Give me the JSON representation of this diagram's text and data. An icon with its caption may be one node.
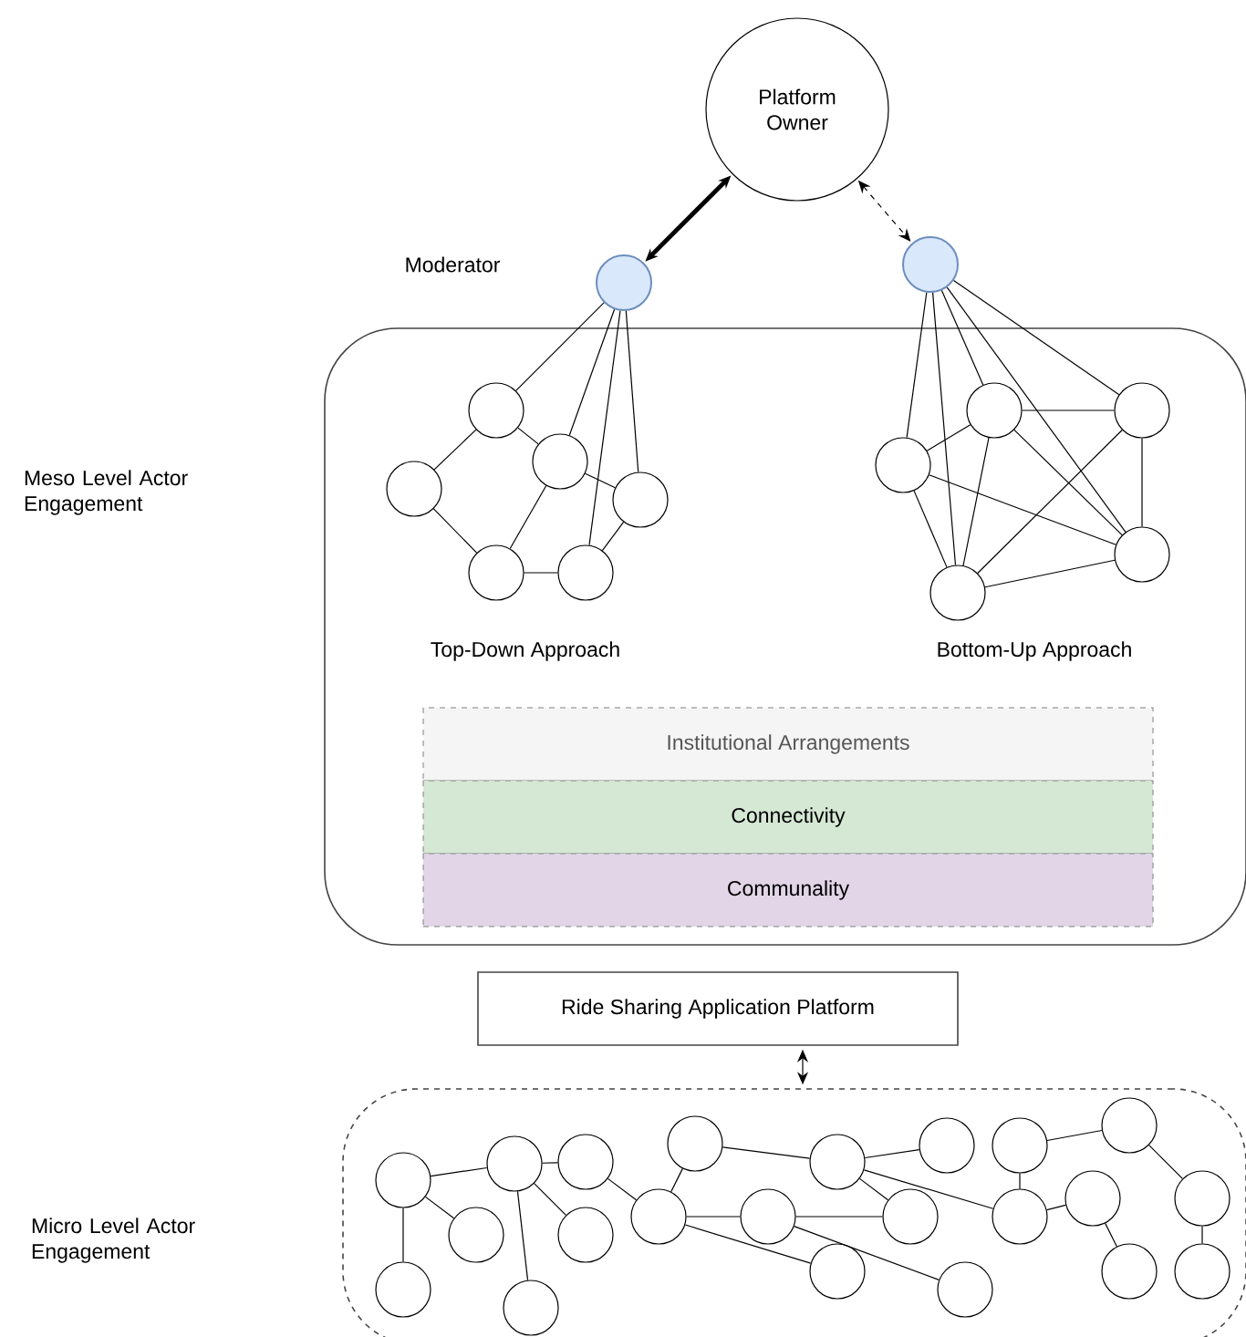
{
  "diagram": {
    "nodes": [
      {
        "text": [
          "Platform Owner"
        ]
      },
      {
        "text": [],
        "shape": "circle"
      },
      {
        "text": [],
        "shape": "circle"
      },
      {
        "text": [],
        "shape": "box"
      },
      {
        "text": [],
        "shape": "circle",
        "in": 3
      },
      {
        "text": [],
        "shape": "circle",
        "in": 3
      },
      {
        "text": [],
        "shape": "circle",
        "in": 3
      },
      {
        "text": [],
        "shape": "circle",
        "in": 3
      },
      {
        "text": [],
        "shape": "circle",
        "in": 3
      },
      {
        "text": [],
        "shape": "circle",
        "in": 3
      },
      {
        "text": [],
        "shape": "circle",
        "in": 3
      },
      {
        "text": [],
        "shape": "circle",
        "in": 3
      },
      {
        "text": [],
        "shape": "circle",
        "in": 3
      },
      {
        "text": [],
        "shape": "circle",
        "in": 3
      },
      {
        "text": [],
        "shape": "circle",
        "in": 3
      },
      {
        "text": [
          "Institutional Arrangements"
        ],
        "in": 3
      },
      {
        "text": [
          "Connectivity"
        ],
        "in": 3
      },
      {
        "text": [
          "Communality"
        ],
        "in": 3
      },
      {
        "text": [
          "Ride Sharing Application Platform"
        ]
      },
      {
        "text": [],
        "shape": "box"
      },
      {
        "text": [],
        "shape": "circle",
        "in": 19
      },
      {
        "text": [],
        "shape": "circle",
        "in": 19
      },
      {
        "text": [],
        "shape": "circle",
        "in": 19
      },
      {
        "text": [],
        "shape": "circle",
        "in": 19
      },
      {
        "text": [],
        "shape": "circle",
        "in": 19
      },
      {
        "text": [],
        "shape": "circle",
        "in": 19
      },
      {
        "text": [],
        "shape": "circle",
        "in": 19
      },
      {
        "text": [],
        "shape": "circle",
        "in": 19
      },
      {
        "text": [],
        "shape": "circle",
        "in": 19
      },
      {
        "text": [],
        "shape": "circle",
        "in": 19
      },
      {
        "text": [],
        "shape": "circle",
        "in": 19
      },
      {
        "text": [],
        "shape": "circle",
        "in": 19
      },
      {
        "text": [],
        "shape": "circle",
        "in": 19
      },
      {
        "text": [],
        "shape": "circle",
        "in": 19
      },
      {
        "text": [],
        "shape": "circle",
        "in": 19
      },
      {
        "text": [],
        "shape": "circle",
        "in": 19
      },
      {
        "text": [],
        "shape": "circle",
        "in": 19
      },
      {
        "text": [],
        "shape": "circle",
        "in": 19
      },
      {
        "text": [],
        "shape": "circle",
        "in": 19
      },
      {
        "text": [],
        "shape": "circle",
        "in": 19
      },
      {
        "text": [],
        "shape": "circle",
        "in": 19
      },
      {
        "text": [],
        "shape": "circle",
        "in": 19
      }
    ],
    "edges": [
      {
        "from": 0,
        "to": 1,
        "arrow": "both",
        "style": "thick"
      },
      {
        "from": 0,
        "to": 2,
        "arrow": "both",
        "style": "dashed"
      },
      {
        "from": 1,
        "to": 4,
        "arrow": "none"
      },
      {
        "from": 1,
        "to": 6,
        "arrow": "none"
      },
      {
        "from": 1,
        "to": 9,
        "arrow": "none"
      },
      {
        "from": 1,
        "to": 7,
        "arrow": "none"
      },
      {
        "from": 4,
        "to": 5,
        "arrow": "none"
      },
      {
        "from": 4,
        "to": 6,
        "arrow": "none"
      },
      {
        "from": 5,
        "to": 8,
        "arrow": "none"
      },
      {
        "from": 6,
        "to": 7,
        "arrow": "none"
      },
      {
        "from": 6,
        "to": 8,
        "arrow": "none"
      },
      {
        "from": 8,
        "to": 9,
        "arrow": "none"
      },
      {
        "from": 9,
        "to": 7,
        "arrow": "none"
      },
      {
        "from": 2,
        "to": 10,
        "arrow": "none"
      },
      {
        "from": 2,
        "to": 14,
        "arrow": "none"
      },
      {
        "from": 2,
        "to": 11,
        "arrow": "none"
      },
      {
        "from": 2,
        "to": 13,
        "arrow": "none"
      },
      {
        "from": 2,
        "to": 12,
        "arrow": "none"
      },
      {
        "from": 10,
        "to": 11,
        "arrow": "none"
      },
      {
        "from": 10,
        "to": 14,
        "arrow": "none"
      },
      {
        "from": 10,
        "to": 13,
        "arrow": "none"
      },
      {
        "from": 11,
        "to": 12,
        "arrow": "none"
      },
      {
        "from": 11,
        "to": 14,
        "arrow": "none"
      },
      {
        "from": 11,
        "to": 13,
        "arrow": "none"
      },
      {
        "from": 12,
        "to": 14,
        "arrow": "none"
      },
      {
        "from": 12,
        "to": 13,
        "arrow": "none"
      },
      {
        "from": 14,
        "to": 13,
        "arrow": "none"
      },
      {
        "from": 18,
        "to": 19,
        "arrow": "both"
      },
      {
        "from": 20,
        "to": 23,
        "arrow": "none"
      },
      {
        "from": 20,
        "to": 21,
        "arrow": "none"
      },
      {
        "from": 20,
        "to": 22,
        "arrow": "none"
      },
      {
        "from": 23,
        "to": 25,
        "arrow": "none"
      },
      {
        "from": 23,
        "to": 26,
        "arrow": "none"
      },
      {
        "from": 23,
        "to": 24,
        "arrow": "none"
      },
      {
        "from": 25,
        "to": 28,
        "arrow": "none"
      },
      {
        "from": 28,
        "to": 27,
        "arrow": "none"
      },
      {
        "from": 28,
        "to": 29,
        "arrow": "none"
      },
      {
        "from": 28,
        "to": 34,
        "arrow": "none"
      },
      {
        "from": 27,
        "to": 30,
        "arrow": "none"
      },
      {
        "from": 29,
        "to": 35,
        "arrow": "none"
      },
      {
        "from": 29,
        "to": 38,
        "arrow": "none"
      },
      {
        "from": 30,
        "to": 31,
        "arrow": "none"
      },
      {
        "from": 30,
        "to": 35,
        "arrow": "none"
      },
      {
        "from": 30,
        "to": 36,
        "arrow": "none"
      },
      {
        "from": 32,
        "to": 33,
        "arrow": "none"
      },
      {
        "from": 32,
        "to": 36,
        "arrow": "none"
      },
      {
        "from": 36,
        "to": 37,
        "arrow": "none"
      },
      {
        "from": 37,
        "to": 39,
        "arrow": "none"
      },
      {
        "from": 33,
        "to": 40,
        "arrow": "none"
      },
      {
        "from": 40,
        "to": 41,
        "arrow": "none"
      }
    ],
    "labels": [
      "Moderator",
      "Meso Level Actor Engagement",
      "Top-Down Approach",
      "Bottom-Up Approach",
      "Micro Level Actor Engagement"
    ]
  }
}
